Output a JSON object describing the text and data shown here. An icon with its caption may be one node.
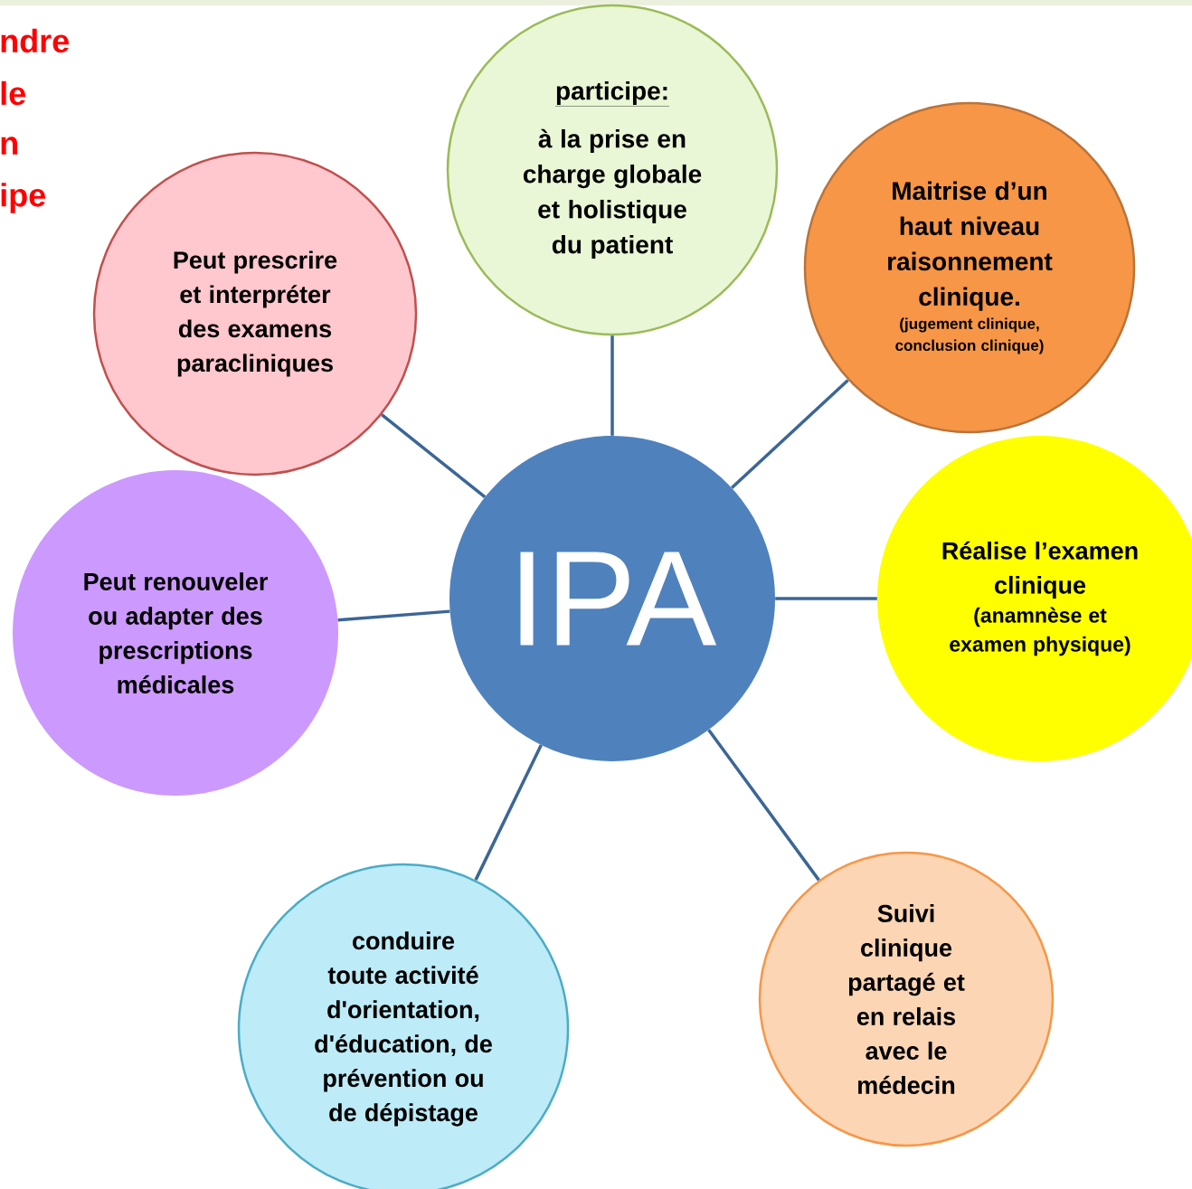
{
  "diagram": {
    "nodes": [
      {
        "text": [
          "IPA"
        ]
      },
      {
        "text": [
          "participe:",
          "à la prise en charge globale et holistique du patient"
        ]
      },
      {
        "text": [
          "Maitrise d’un haut niveau raisonnement clinique.",
          "(jugement clinique, conclusion clinique)"
        ]
      },
      {
        "text": [
          "Réalise l’examen clinique",
          "(anamnèse et examen physique)"
        ]
      },
      {
        "text": [
          "Suivi clinique partagé et en relais avec le médecin"
        ]
      },
      {
        "text": [
          "conduire toute activité d'orientation, d'éducation, de prévention ou de dépistage"
        ]
      },
      {
        "text": [
          "Peut renouveler ou adapter des prescriptions médicales"
        ]
      },
      {
        "text": [
          "Peut prescrire et interpréter des examens paracliniques"
        ]
      }
    ],
    "edges": [
      {
        "from": 0,
        "to": 1,
        "arrow": "none"
      },
      {
        "from": 0,
        "to": 2,
        "arrow": "none"
      },
      {
        "from": 0,
        "to": 3,
        "arrow": "none"
      },
      {
        "from": 0,
        "to": 4,
        "arrow": "none"
      },
      {
        "from": 0,
        "to": 5,
        "arrow": "none"
      },
      {
        "from": 0,
        "to": 6,
        "arrow": "none"
      },
      {
        "from": 0,
        "to": 7,
        "arrow": "none"
      }
    ],
    "labels": [
      "ndre",
      "le",
      "n",
      "ipe"
    ]
  }
}
